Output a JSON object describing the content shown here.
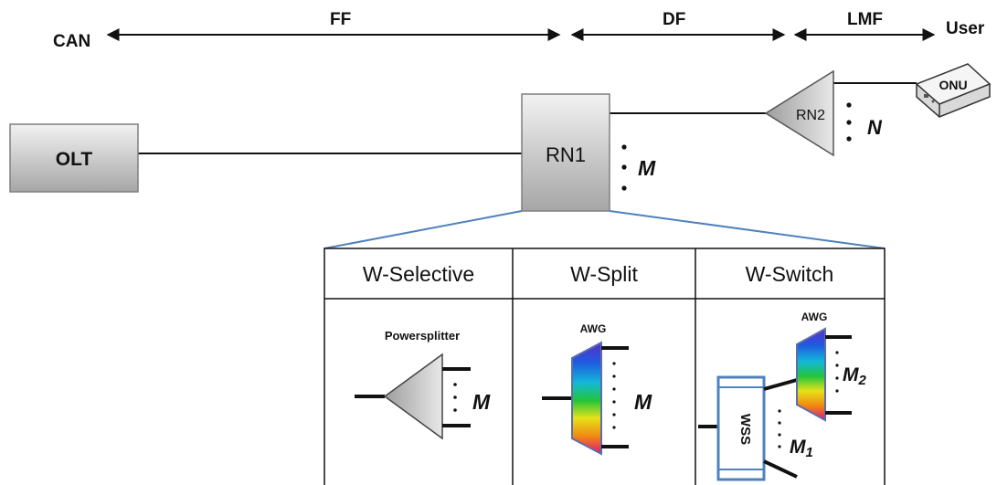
{
  "segments": {
    "can": "CAN",
    "ff": "FF",
    "df": "DF",
    "lmf": "LMF",
    "user": "User"
  },
  "nodes": {
    "olt": "OLT",
    "rn1": "RN1",
    "rn2": "RN2",
    "onu": "ONU"
  },
  "ports": {
    "m": "M",
    "n": "N"
  },
  "table": {
    "columns": [
      "W-Selective",
      "W-Split",
      "W-Switch"
    ],
    "selective": {
      "device": "Powersplitter",
      "port": "M"
    },
    "split": {
      "device": "AWG",
      "port": "M"
    },
    "switch": {
      "device": "AWG",
      "wss": "WSS",
      "port_top": "M",
      "port_top_sub": "2",
      "port_bottom": "M",
      "port_bottom_sub": "1"
    }
  },
  "colors": {
    "box_fill_top": "#f2f2f2",
    "box_fill_bottom": "#a6a6a6",
    "zoom_line": "#4f81bd",
    "wss_border": "#4f81bd"
  }
}
